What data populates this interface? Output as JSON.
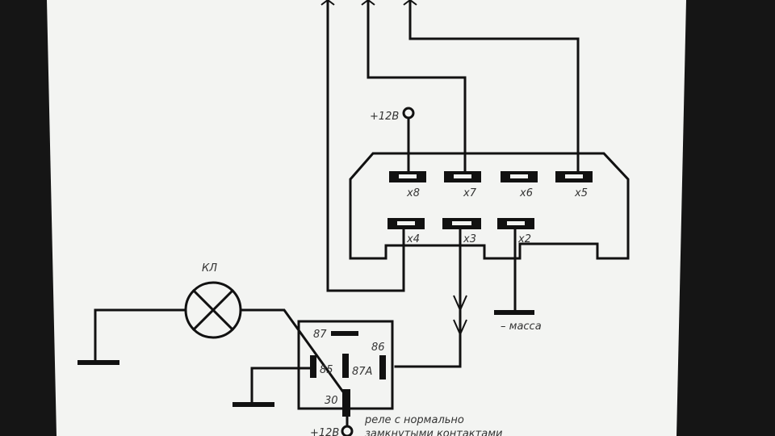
{
  "colors": {
    "screen": "#f4f5f3",
    "bezel": "#151515",
    "ink": "#111111"
  },
  "diagram": {
    "supply_top": "+12В",
    "supply_bottom": "+12В",
    "connector_pins": [
      "x8",
      "x7",
      "x6",
      "x5",
      "x4",
      "x3",
      "x2"
    ],
    "ground": "– масса",
    "lamp": "КЛ",
    "relay_pins": [
      "87",
      "86",
      "85",
      "87А",
      "30"
    ],
    "relay_caption_line1": "реле с нормально",
    "relay_caption_line2": "замкнутыми контактами"
  }
}
